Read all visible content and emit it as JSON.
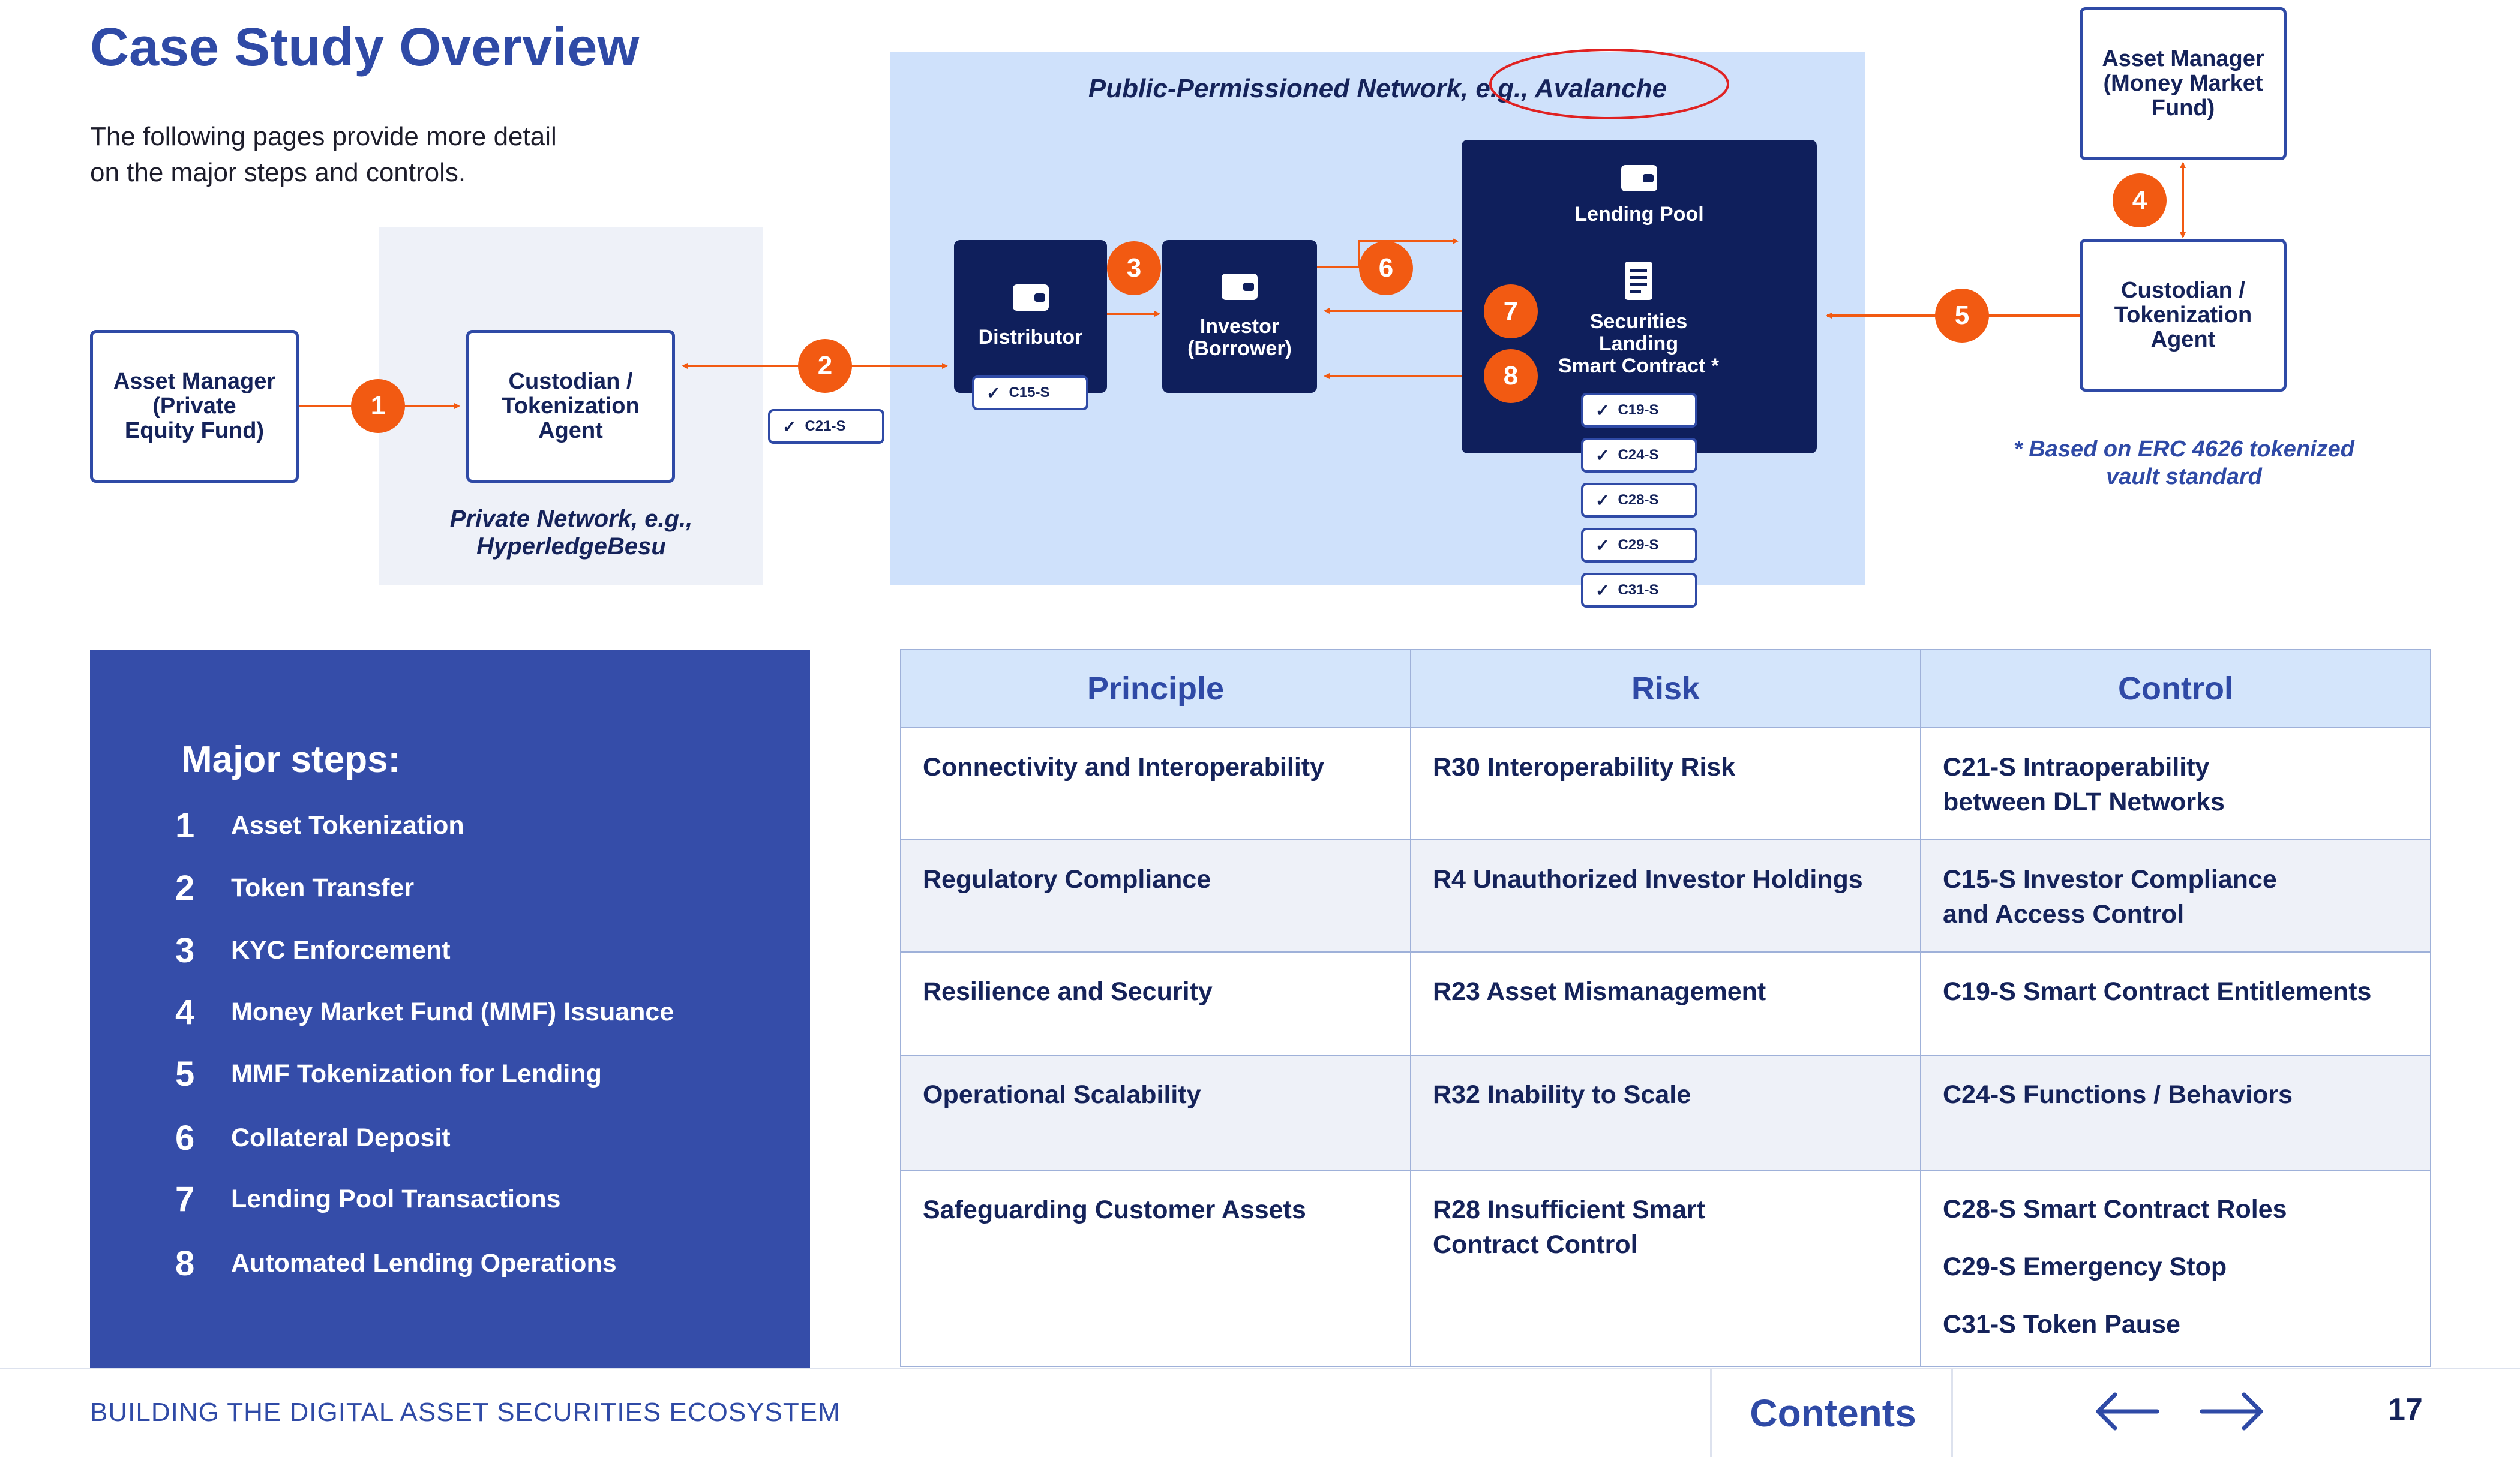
{
  "header": {
    "title": "Case Study Overview",
    "intro_line1": "The following pages provide more detail",
    "intro_line2": "on the major steps and controls."
  },
  "diagram": {
    "public_network_label": "Public-Permissioned Network, e.g.,",
    "public_network_example": "Avalanche",
    "private_network_line1": "Private Network, e.g.,",
    "private_network_line2": "HyperledgeBesu",
    "nodes": {
      "asset_manager_equity": [
        "Asset Manager",
        "(Private",
        "Equity Fund)"
      ],
      "custodian_private": [
        "Custodian /",
        "Tokenization",
        "Agent"
      ],
      "distributor": "Distributor",
      "investor": [
        "Investor",
        "(Borrower)"
      ],
      "lending_pool": "Lending Pool",
      "securities_contract": [
        "Securities",
        "Landing",
        "Smart Contract *"
      ],
      "asset_manager_mmf": [
        "Asset Manager",
        "(Money Market",
        "Fund)"
      ],
      "custodian_public": [
        "Custodian /",
        "Tokenization",
        "Agent"
      ]
    },
    "step_badges": [
      "1",
      "2",
      "3",
      "4",
      "5",
      "6",
      "7",
      "8"
    ],
    "control_tags": {
      "c21": "C21-S",
      "c15": "C15-S",
      "c19": "C19-S",
      "c24": "C24-S",
      "c28": "C28-S",
      "c29": "C29-S",
      "c31": "C31-S"
    },
    "footnote_line1": "* Based on ERC 4626 tokenized",
    "footnote_line2": "vault standard"
  },
  "major_steps": {
    "title": "Major steps:",
    "items": [
      {
        "num": "1",
        "label": "Asset Tokenization"
      },
      {
        "num": "2",
        "label": "Token Transfer"
      },
      {
        "num": "3",
        "label": "KYC Enforcement"
      },
      {
        "num": "4",
        "label": "Money Market Fund (MMF) Issuance"
      },
      {
        "num": "5",
        "label": "MMF Tokenization for Lending"
      },
      {
        "num": "6",
        "label": "Collateral Deposit"
      },
      {
        "num": "7",
        "label": "Lending Pool Transactions"
      },
      {
        "num": "8",
        "label": "Automated Lending Operations"
      }
    ]
  },
  "table": {
    "headers": [
      "Principle",
      "Risk",
      "Control"
    ],
    "rows": [
      {
        "principle": "Connectivity and Interoperability",
        "risk": [
          "R30 Interoperability Risk"
        ],
        "control": [
          "C21-S Intraoperability",
          "between DLT Networks"
        ]
      },
      {
        "principle": "Regulatory Compliance",
        "risk": [
          "R4 Unauthorized Investor Holdings"
        ],
        "control": [
          "C15-S Investor Compliance",
          "and Access Control"
        ]
      },
      {
        "principle": "Resilience and Security",
        "risk": [
          "R23 Asset Mismanagement"
        ],
        "control": [
          "C19-S Smart Contract Entitlements"
        ]
      },
      {
        "principle": "Operational Scalability",
        "risk": [
          "R32 Inability to Scale"
        ],
        "control": [
          "C24-S Functions / Behaviors"
        ]
      },
      {
        "principle": "Safeguarding Customer Assets",
        "risk": [
          "R28 Insufficient Smart",
          "Contract Control"
        ],
        "control": [
          "C28-S Smart Contract Roles",
          "C29-S Emergency Stop",
          "C31-S Token Pause"
        ]
      }
    ]
  },
  "footer": {
    "text": "BUILDING THE DIGITAL ASSET SECURITIES ECOSYSTEM",
    "contents": "Contents",
    "page": "17"
  },
  "colors": {
    "brand_blue": "#2f4aa6",
    "navy": "#0f1f5c",
    "accent_orange": "#f25a12",
    "public_zone": "#cfe1fb",
    "private_zone": "#eef1f8"
  }
}
